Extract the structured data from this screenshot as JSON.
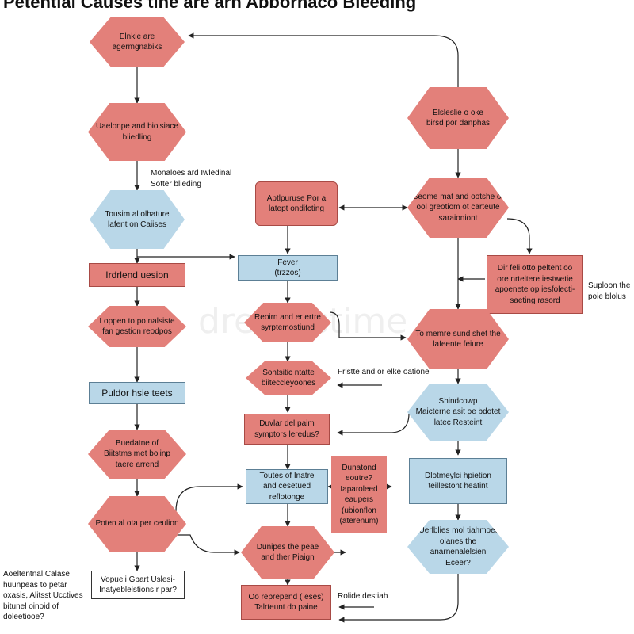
{
  "title": "Petential Causes tihe are arh Abborhaco Bleeding",
  "watermark": "dreamstime",
  "nodes": {
    "n1": "Elnkie are\nagermgnabiks",
    "n2": "Uaelonpe and biolsiace\nbliedling",
    "n3": "Tousim al olhature\nlafent on Caiises",
    "n4": "Irdrlend uesion",
    "n5": "Loppen to po nalsiste\nfan gestion reodpos",
    "n6": "Puldor hsie teets",
    "n7": "Buedatne of\nBiitstms met bolinp\ntaere arrend",
    "n8": "Poten al ota per ceulion",
    "n9": "Vopueli Gpart Uslesi-\nInatyeblelstions r par?",
    "m1": "Aptlpuruse Por a\nlatept ondifcting",
    "m2": "Fever\n(trzzos)",
    "m3": "Reoirn and er ertre\nsyrptemostiund",
    "m4": "Sontsitic ntatte\nbiiteccleyoones",
    "m5": "Duvlar del paim\nsymptors leredus?",
    "m6": "Toutes of Inatre\nand cesetued\nreflotonge",
    "m7": "Dunipes the peae\nand ther Piaign",
    "m8": "Oo reprepend ( eses)\nTalrteunt do paine",
    "m9": "Dunatond\neoutre?\nIaparoleed\neaupers\n(ubionflon\n(aterenum)",
    "r1": "Elsleslie o oke\nbirsd por danphas",
    "r2": "Seome mat and ootshe ot\nool greotiom ot carteute\nsaraioniont",
    "r3": "Dir feli otto peltent oo\nore nrteltere iestwetie\napoenete op iesfolecti-\nsaeting rasord",
    "r4": "To memre sund shet the\nlafeente feiure",
    "r5": "Shindcowp\nMaicterne asit oe bdotet\nlatec Resteint",
    "r6": "Dlotmeylci hpietion\nteillestont heatint",
    "r7": "Uerlblies mol tiahmoet\nolanes the anarnenalelsien\nEceer?"
  },
  "notes": {
    "a1": "Monaloes ard Iwledinal\nSotter blieding",
    "a2": "Fristte and or elke oatione",
    "a3": "Suploon the\npoie blolus",
    "a4": "Rolide destiah",
    "a5": "Aoeltentnal Calase\nhuunpeas to petar\noxasis, Alitsst Ucctives\nbitunel oinoid of\ndoleetiooe?"
  }
}
